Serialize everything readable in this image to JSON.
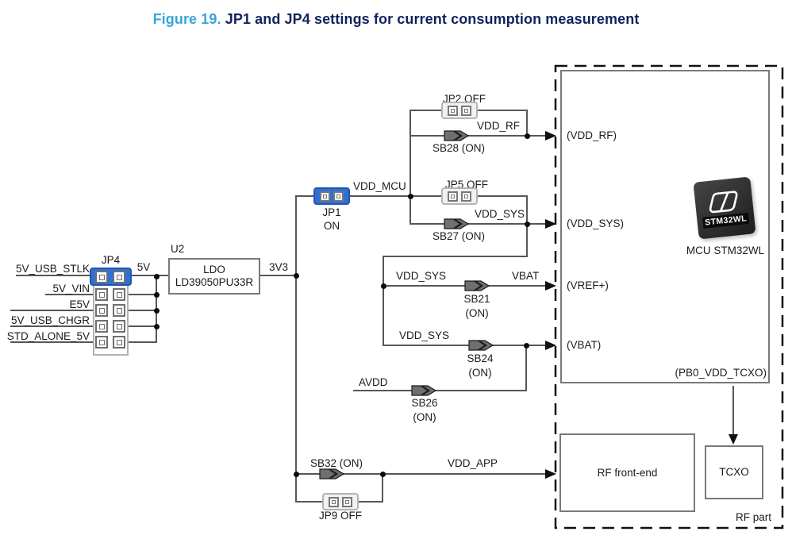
{
  "title": {
    "figure": "Figure 19.",
    "caption": "JP1 and JP4 settings for current consumption measurement"
  },
  "colors": {
    "figure_accent": "#3aa4da",
    "title_navy": "#10235e",
    "jumper_on_blue": "#2f70d1",
    "wire_gray": "#56575a"
  },
  "inputs": [
    {
      "label": "5V_USB_STLK"
    },
    {
      "label": "5V_VIN"
    },
    {
      "label": "E5V"
    },
    {
      "label": "5V_USB_CHGR"
    },
    {
      "label": "STD_ALONE_5V"
    }
  ],
  "jp4": {
    "label": "JP4"
  },
  "regulator": {
    "ref": "U2",
    "type": "LDO",
    "part": "LD39050PU33R"
  },
  "nets": {
    "v5": "5V",
    "v3v3": "3V3",
    "vdd_mcu": "VDD_MCU",
    "vdd_rf": "VDD_RF",
    "vdd_sys": "VDD_SYS",
    "vbat": "VBAT",
    "avdd": "AVDD",
    "vdd_app": "VDD_APP"
  },
  "jumpers": {
    "jp1": {
      "name": "JP1",
      "state": "ON"
    },
    "jp2": {
      "label": "JP2 OFF"
    },
    "jp5": {
      "label": "JP5 OFF"
    },
    "jp9": {
      "label": "JP9 OFF"
    }
  },
  "bridges": {
    "sb28": {
      "label": "SB28 (ON)"
    },
    "sb27": {
      "label": "SB27 (ON)"
    },
    "sb21": {
      "name": "SB21",
      "state": "(ON)"
    },
    "sb24": {
      "name": "SB24",
      "state": "(ON)"
    },
    "sb26": {
      "name": "SB26",
      "state": "(ON)"
    },
    "sb32": {
      "label": "SB32 (ON)"
    }
  },
  "mcu": {
    "pins": {
      "vdd_rf": "(VDD_RF)",
      "vdd_sys": "(VDD_SYS)",
      "vref": "(VREF+)",
      "vbat": "(VBAT)",
      "pb0": "(PB0_VDD_TCXO)"
    },
    "chip_marking": "STM32WL",
    "label": "MCU STM32WL"
  },
  "rf": {
    "front_end": "RF front-end",
    "tcxo": "TCXO",
    "part_label": "RF part"
  }
}
